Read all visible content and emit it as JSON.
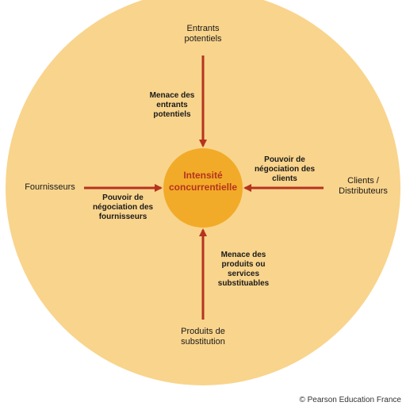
{
  "colors": {
    "outer_circle": "#f9d48c",
    "center_circle": "#f2ab28",
    "arrow": "#b5331f",
    "center_text": "#b5331f"
  },
  "center": {
    "label": "Intensité\nconcurrentielle"
  },
  "forces": {
    "top": {
      "label": "Entrants\npotentiels",
      "arrow_label": "Menace des\nentrants\npotentiels"
    },
    "left": {
      "label": "Fournisseurs",
      "arrow_label": "Pouvoir de\nnégociation des\nfournisseurs"
    },
    "right": {
      "label": "Clients /\nDistributeurs",
      "arrow_label": "Pouvoir de\nnégociation des\nclients"
    },
    "bottom": {
      "label": "Produits de\nsubstitution",
      "arrow_label": "Menace des\nproduits ou\nservices\nsubstituables"
    }
  },
  "copyright": "© Pearson Education France"
}
